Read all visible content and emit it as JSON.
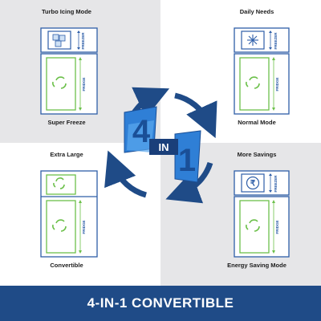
{
  "panels": [
    {
      "top_label": "Turbo Icing Mode",
      "bottom_label": "Super Freeze",
      "mode_icon": "ice-cubes-icon"
    },
    {
      "top_label": "Daily Needs",
      "bottom_label": "Normal Mode",
      "mode_icon": "snowflake-icon"
    },
    {
      "top_label": "Extra Large",
      "bottom_label": "Convertible",
      "mode_icon": "none"
    },
    {
      "top_label": "More Savings",
      "bottom_label": "Energy Saving Mode",
      "mode_icon": "rupee-icon"
    }
  ],
  "compartments": {
    "freezer": "FREEZER",
    "fridge": "FRIDGE"
  },
  "center_badge": "IN",
  "center_digit": "4",
  "center_digit_2": "1",
  "banner_text": "4-IN-1 CONVERTIBLE",
  "colors": {
    "banner": "#1f4b87",
    "freezer_outline": "#2e5ea8",
    "fridge_outline": "#6cc04a",
    "arrow": "#1f4b87",
    "ice": "#2f7fd6"
  }
}
